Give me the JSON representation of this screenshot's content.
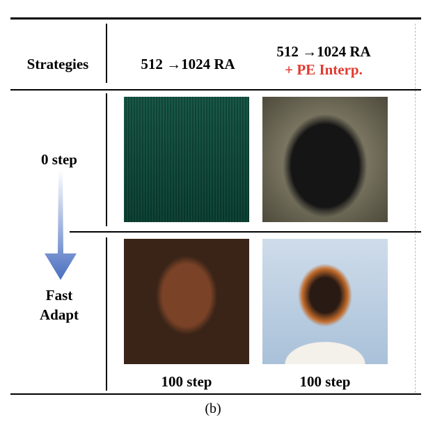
{
  "header": {
    "strategies": "Strategies",
    "col1": "512 →1024 RA",
    "col2_line1": "512 →1024 RA",
    "col2_line2": "+ PE Interp."
  },
  "rows": [
    {
      "label": "0 step"
    },
    {
      "label_line1": "Fast",
      "label_line2": "Adapt"
    }
  ],
  "captions": {
    "col1": "100 step",
    "col2": "100 step"
  },
  "subfigure_label": "(b)",
  "colors": {
    "accent": "#e03a2f",
    "arrow": "#4a6fc0"
  }
}
